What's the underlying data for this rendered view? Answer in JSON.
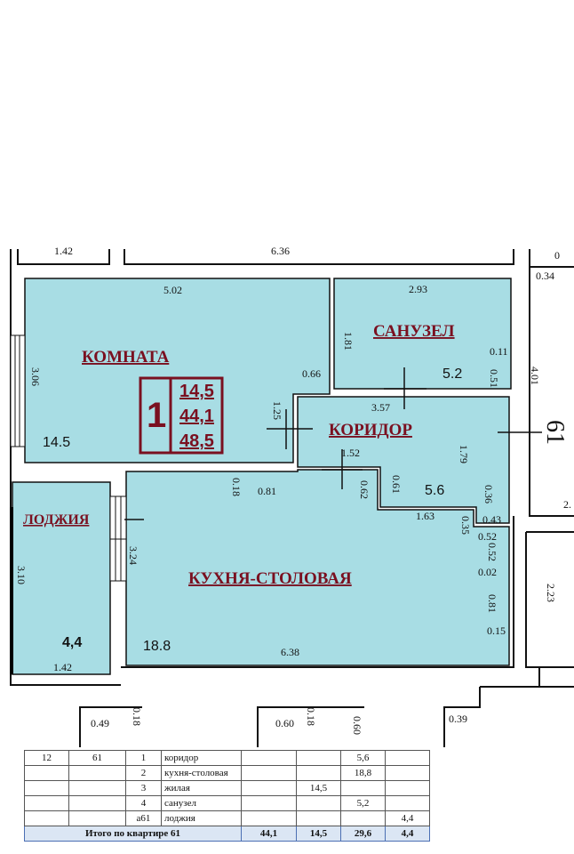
{
  "colors": {
    "room_fill": "#a8dde4",
    "wall": "#111111",
    "label": "#7a1020",
    "total_row": "#dbe6f4"
  },
  "plan": {
    "apartment_number": "61",
    "badge": {
      "number": "1",
      "values": [
        "14,5",
        "44,1",
        "48,5"
      ]
    },
    "rooms": {
      "komnata": {
        "name": "КОМНАТА",
        "area": "14.5"
      },
      "sanuzel": {
        "name": "САНУЗЕЛ",
        "area": "5.2"
      },
      "koridor": {
        "name": "КОРИДОР",
        "area": "5.6"
      },
      "kuhnya": {
        "name": "КУХНЯ-СТОЛОВАЯ",
        "area": "18.8"
      },
      "lodzhia": {
        "name": "ЛОДЖИЯ",
        "area": "4,4"
      }
    },
    "dimensions": {
      "top_left": "1.42",
      "top_mid": "6.36",
      "top_right": "0",
      "right_034": "0.34",
      "komnata_w": "5.02",
      "sanuzel_w": "2.93",
      "komnata_h": "3.06",
      "sanuzel_h": "1.81",
      "d066": "0.66",
      "d011": "0.11",
      "d051": "0.51",
      "d401": "4.01",
      "d125": "1.25",
      "d357": "3.57",
      "d179": "1.79",
      "d152": "1.52",
      "d018": "0.18",
      "d081": "0.81",
      "d062": "0.62",
      "d061": "0.61",
      "d036": "0.36",
      "d043": "0.43",
      "d163": "1.63",
      "d035": "0.35",
      "d052": "0.52",
      "d052b": "0.52",
      "d002": "0.02",
      "d081b": "0.81",
      "d015": "0.15",
      "d223": "2.23",
      "d2": "2.",
      "lodzhia_h": "3.10",
      "kuhnya_h": "3.24",
      "lodzhia_w": "1.42",
      "kuhnya_w": "6.38",
      "b049": "0.49",
      "b018": "0.18",
      "b060": "0.60",
      "b018b": "0.18",
      "b060b": "0.60",
      "b039": "0.39"
    }
  },
  "table": {
    "rows": [
      [
        "12",
        "61",
        "1",
        "коридор",
        "",
        "",
        "5,6",
        ""
      ],
      [
        "",
        "",
        "2",
        "кухня-столовая",
        "",
        "",
        "18,8",
        ""
      ],
      [
        "",
        "",
        "3",
        "жилая",
        "",
        "14,5",
        "",
        ""
      ],
      [
        "",
        "",
        "4",
        "санузел",
        "",
        "",
        "5,2",
        ""
      ],
      [
        "",
        "",
        "а61",
        "лоджия",
        "",
        "",
        "",
        "4,4"
      ]
    ],
    "total": {
      "label": "Итого по квартире 61",
      "values": [
        "44,1",
        "14,5",
        "29,6",
        "4,4"
      ]
    }
  }
}
